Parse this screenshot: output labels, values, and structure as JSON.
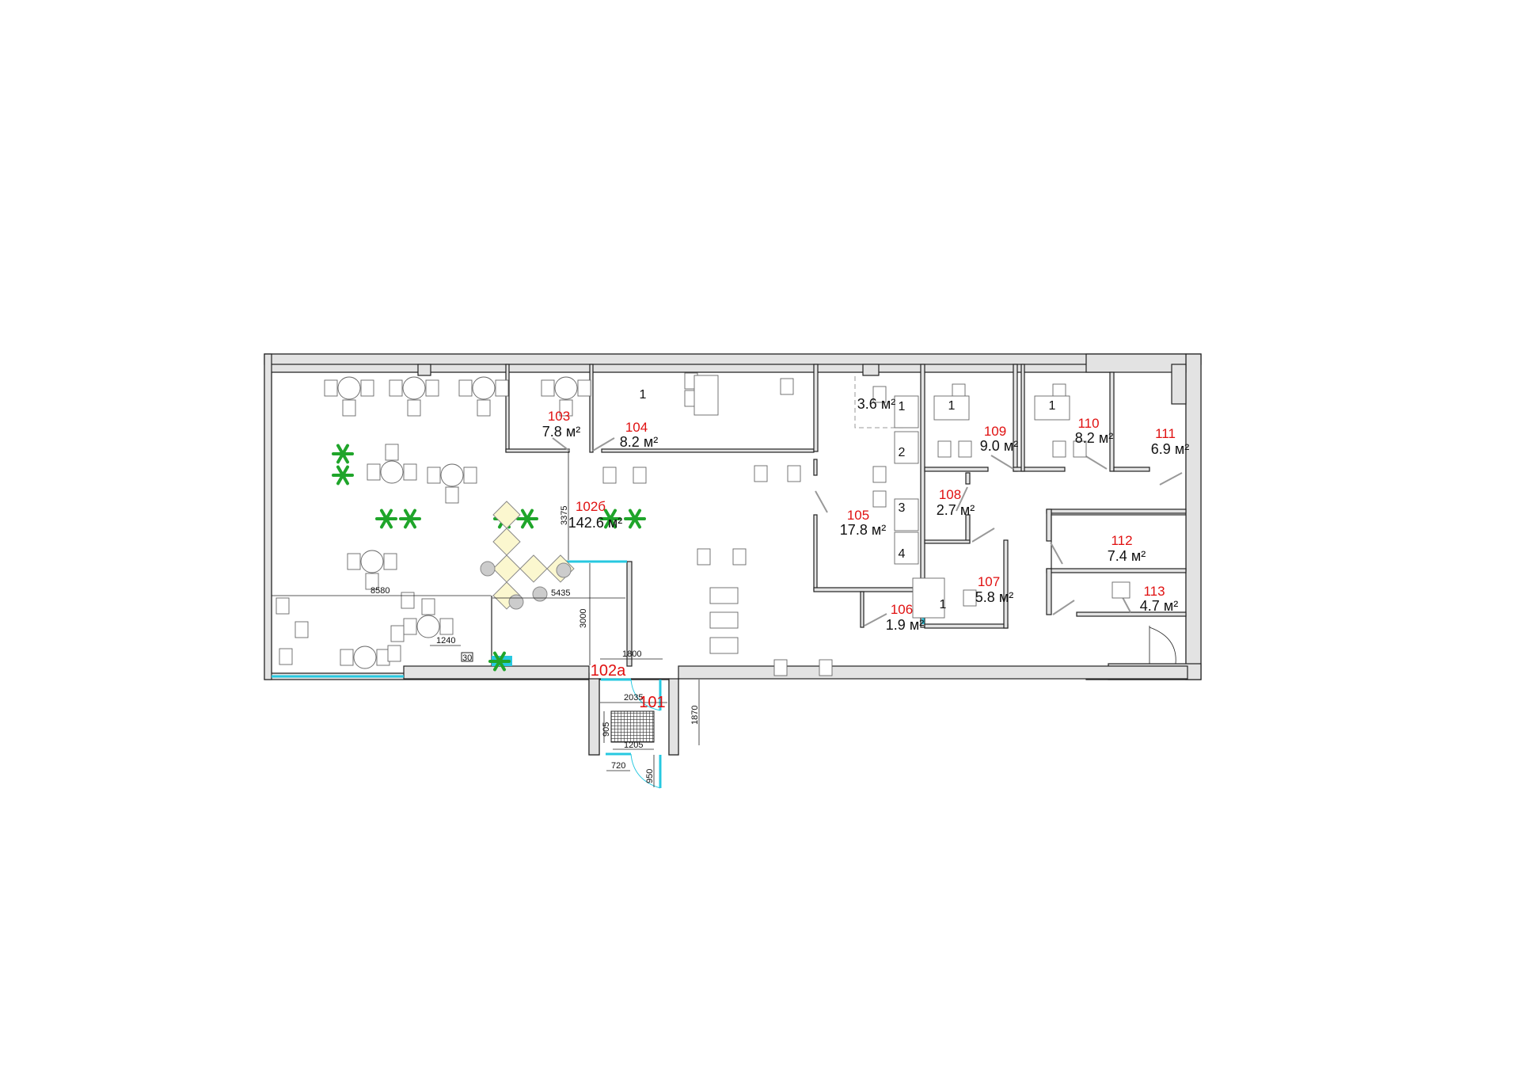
{
  "rooms": [
    {
      "number": "101",
      "area": ""
    },
    {
      "number": "102а",
      "area": ""
    },
    {
      "number": "102б",
      "area": "142.6 м²"
    },
    {
      "number": "103",
      "area": "7.8 м²"
    },
    {
      "number": "104",
      "area": "8.2 м²"
    },
    {
      "number": "105",
      "area": "17.8 м²"
    },
    {
      "number": "106",
      "area": "1.9 м²"
    },
    {
      "number": "107",
      "area": "5.8 м²"
    },
    {
      "number": "108",
      "area": "2.7 м²"
    },
    {
      "number": "109",
      "area": "9.0 м²"
    },
    {
      "number": "110",
      "area": "8.2 м²"
    },
    {
      "number": "111",
      "area": "6.9 м²"
    },
    {
      "number": "112",
      "area": "7.4 м²"
    },
    {
      "number": "113",
      "area": "4.7 м²"
    }
  ],
  "sub_area": "3.6 м²",
  "workplaces": [
    "1",
    "2",
    "3",
    "4"
  ],
  "dimensions": {
    "d3375": "3375",
    "d8580": "8580",
    "d5435": "5435",
    "d3000": "3000",
    "d1240": "1240",
    "d1800": "1800",
    "d2035": "2035",
    "d905": "905",
    "d1205": "1205",
    "d1870": "1870",
    "d720": "720",
    "d950": "950"
  },
  "marker_30": "30",
  "colors": {
    "room_number": "#e01010",
    "glazing": "#27c8e0",
    "plants": "#1fa52a",
    "wall": "#e3e3e3"
  }
}
